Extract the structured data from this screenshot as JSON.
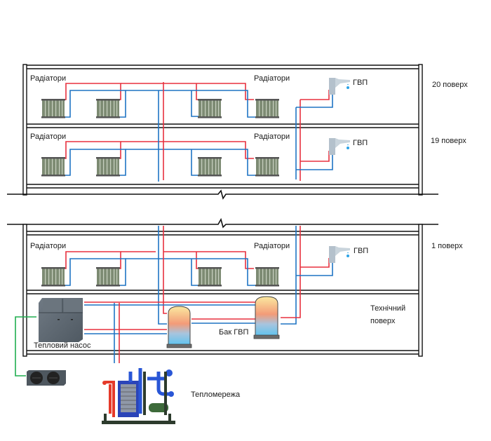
{
  "diagram": {
    "title": "",
    "colors": {
      "supply": "#e8313f",
      "return": "#1f74c4",
      "glycol": "#1fae4f",
      "radiator": "#7d8b73",
      "wall": "#111111"
    },
    "floors": [
      {
        "id": "floor-20",
        "label": "20 поверх",
        "left_label": "Радіатори",
        "right_label": "Радіатори",
        "dhw_label": "ГВП"
      },
      {
        "id": "floor-19",
        "label": "19 поверх",
        "left_label": "Радіатори",
        "right_label": "Радіатори",
        "dhw_label": "ГВП"
      },
      {
        "id": "floor-1",
        "label": "1 поверх",
        "left_label": "Радіатори",
        "right_label": "Радіатори",
        "dhw_label": "ГВП"
      },
      {
        "id": "floor-tech",
        "label_line1": "Технічний",
        "label_line2": "поверх"
      }
    ],
    "equipment": {
      "heat_pump": "Тепловий насос",
      "dhw_tank": "Бак ГВП",
      "heat_network": "Тепломережа"
    },
    "legend": {
      "supply": "hot-supply-pipe",
      "return": "return-pipe"
    }
  }
}
